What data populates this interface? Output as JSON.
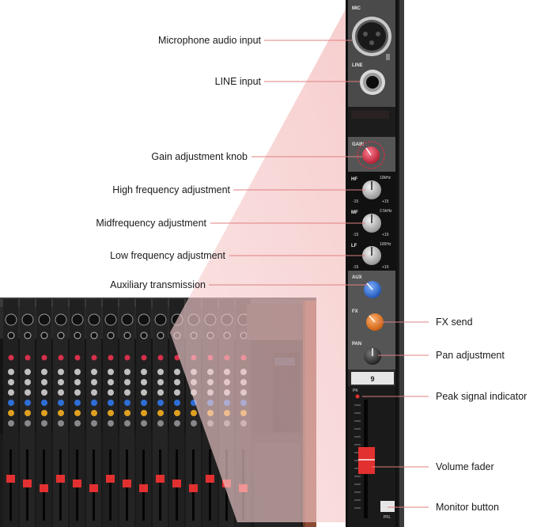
{
  "labels_left": {
    "mic_input": "Microphone audio input",
    "line_input": "LINE input",
    "gain_knob": "Gain adjustment knob",
    "high_freq": "High frequency adjustment",
    "mid_freq": "Midfrequency adjustment",
    "low_freq": "Low frequency adjustment",
    "aux": "Auxiliary transmission"
  },
  "labels_right": {
    "fx_send": "FX send",
    "pan": "Pan adjustment",
    "peak": "Peak signal indicator",
    "fader": "Volume fader",
    "monitor": "Monitor button"
  },
  "strip": {
    "mic": "MIC",
    "line": "LINE",
    "gain": "GAIN",
    "hf": "HF",
    "hf_freq": "10kHz",
    "mf": "MF",
    "mf_freq": "2.5kHz",
    "lf": "LF",
    "lf_freq": "100Hz",
    "aux": "AUX",
    "fx": "FX",
    "pan": "PAN",
    "channel_number": "9",
    "pk": "PK",
    "pfl": "PFL",
    "minus15": "-15",
    "plus15": "+15"
  },
  "colors": {
    "callout_line": "#e07f7f",
    "highlight_wedge": "#f6c9c9",
    "strip_body": "#2b2b2b",
    "gain_knob": "#d6304a",
    "aux_knob": "#2e6fd6",
    "fx_knob": "#ee7a1e",
    "fader_cap": "#e23030"
  }
}
